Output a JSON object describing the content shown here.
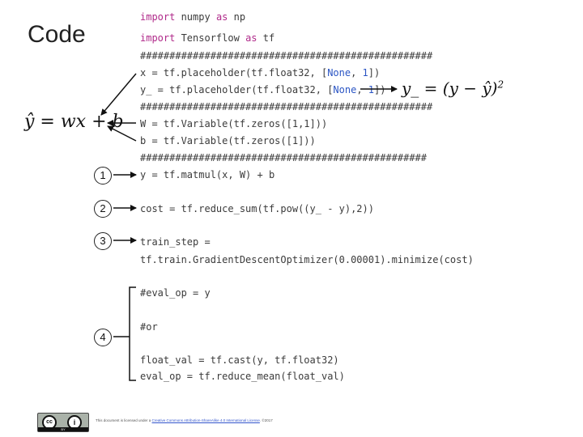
{
  "title": "Code",
  "code": {
    "line1": {
      "kw1": "import",
      "rest1": " numpy ",
      "kw2": "as",
      "rest2": " np"
    },
    "line2": {
      "kw1": "import",
      "rest1": " Tensorflow ",
      "kw2": "as",
      "rest2": " tf"
    },
    "sep1": "##################################################",
    "line_x": {
      "pre": "x = tf.placeholder(tf.float32, [",
      "none": "None",
      "mid": ", ",
      "one": "1",
      "post": "])"
    },
    "line_y": {
      "pre": "y_ = tf.placeholder(tf.float32, [",
      "none": "None",
      "mid": ", ",
      "one": "1",
      "post": "])"
    },
    "sep2": "##################################################",
    "line_w": "W = tf.Variable(tf.zeros([1,1]))",
    "line_b": "b = tf.Variable(tf.zeros([1]))",
    "sep3": "#################################################",
    "line_model": "y = tf.matmul(x, W) + b",
    "line_cost": "cost = tf.reduce_sum(tf.pow((y_ - y),2))",
    "line_train1": "train_step =",
    "line_train2": "tf.train.GradientDescentOptimizer(0.00001).minimize(cost)",
    "line_eval1": "#eval_op = y",
    "line_or": "#or",
    "line_eval2": "float_val = tf.cast(y, tf.float32)",
    "line_eval3": "eval_op = tf.reduce_mean(float_val)"
  },
  "formulas": {
    "model": "ŷ = wx + b",
    "loss_lhs": "y_ = (y − ŷ)",
    "loss_exp": "2"
  },
  "markers": [
    "1",
    "2",
    "3",
    "4"
  ],
  "footer": {
    "text": "This document is licensed under a ",
    "link": "Creative Commons Attribution-ShareAlike 4.0 International License",
    "suffix": ". ©2017"
  },
  "license_badge": {
    "cc": "cc",
    "by_icon": "i",
    "by": "BY"
  }
}
